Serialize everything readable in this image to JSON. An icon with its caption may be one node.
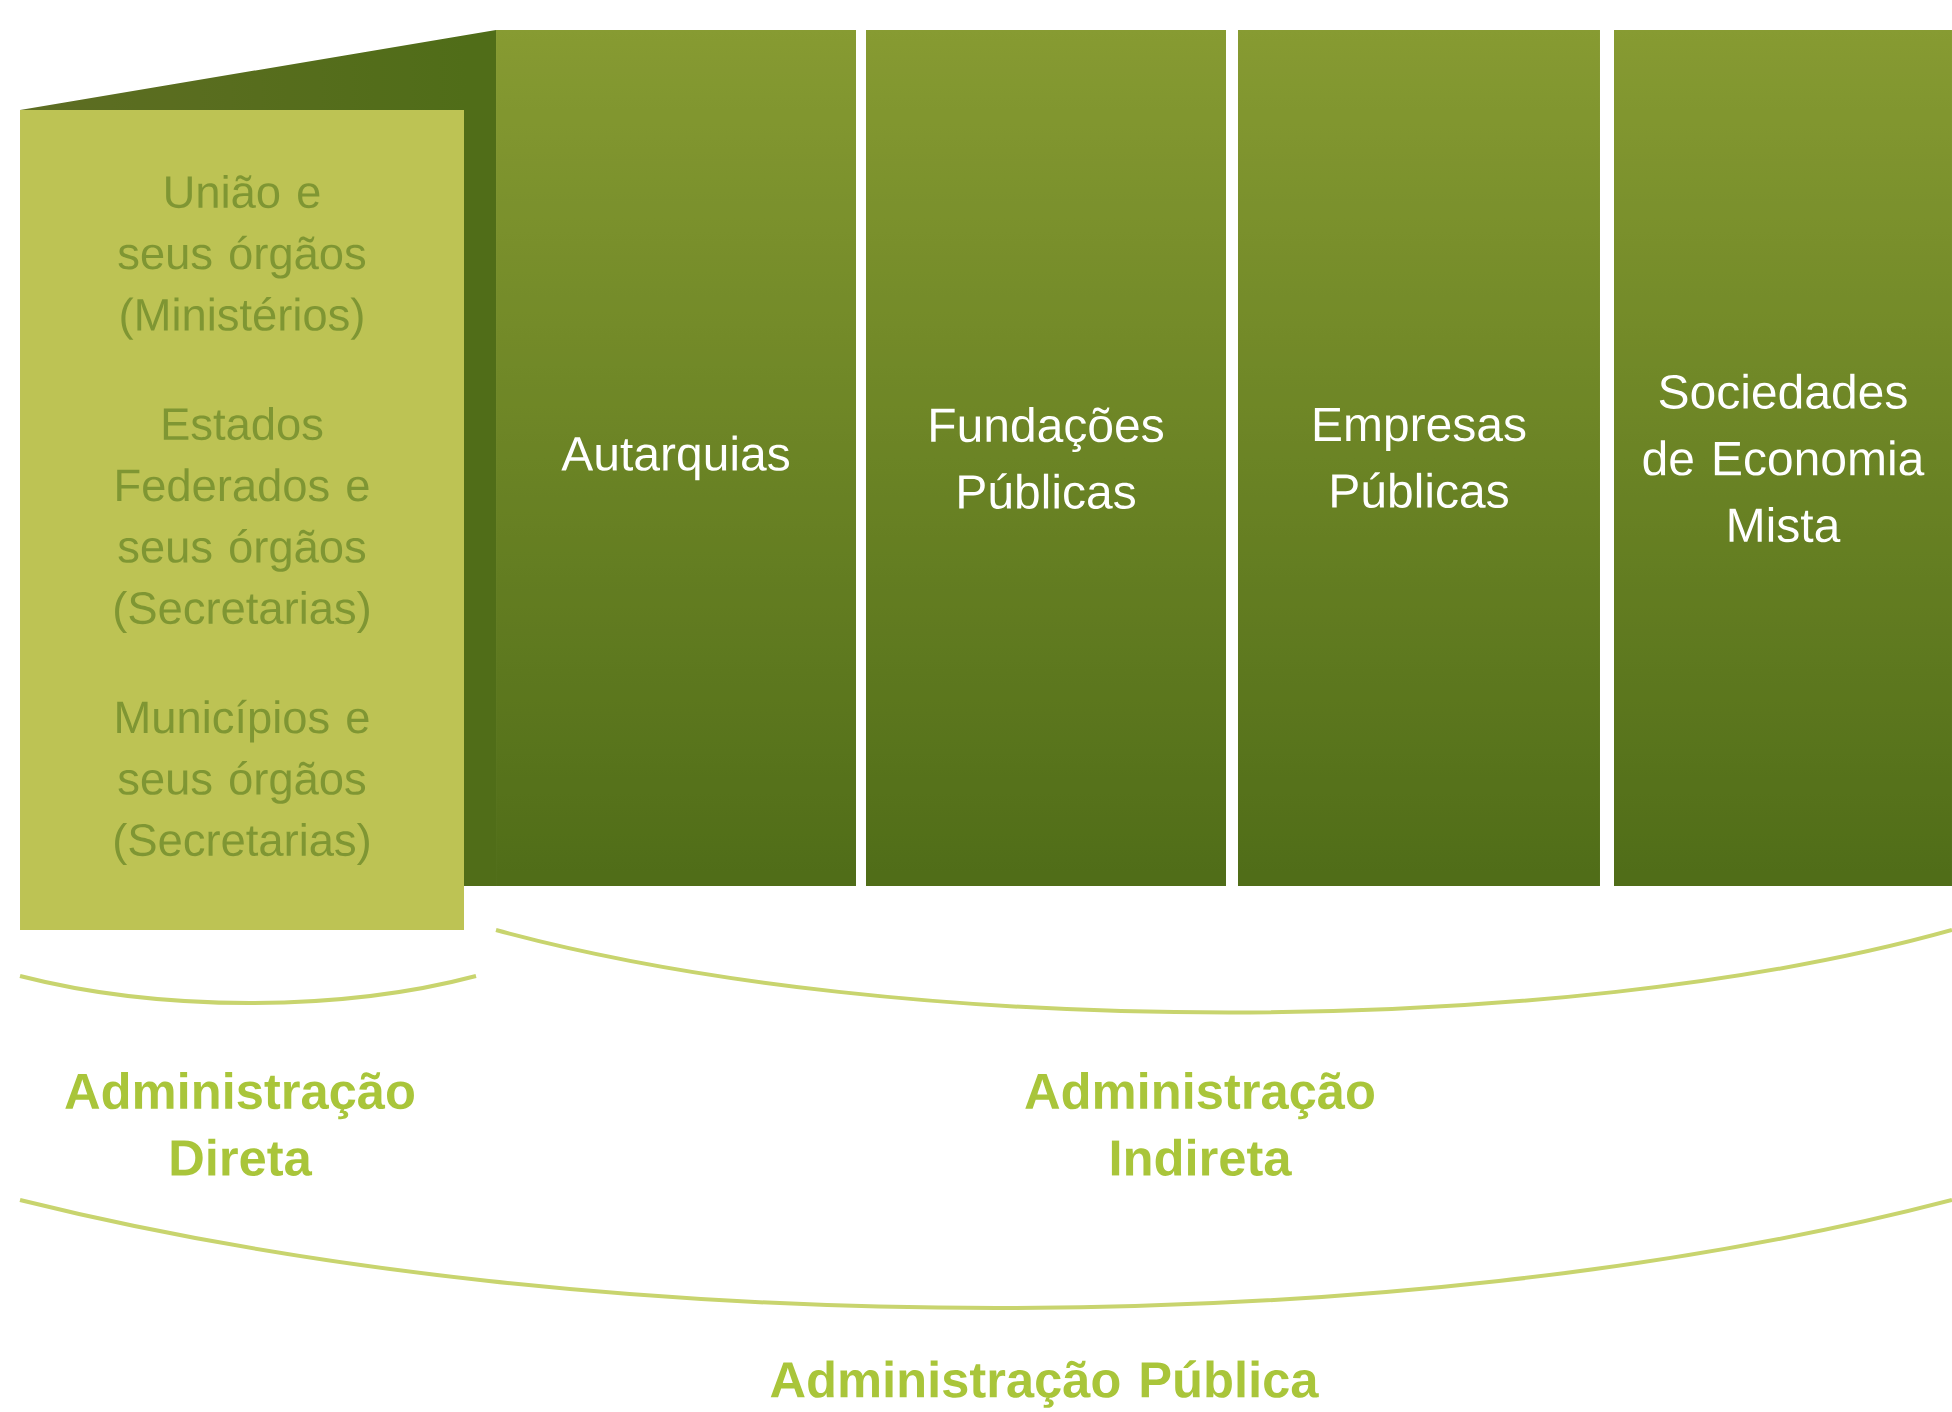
{
  "diagram": {
    "nodes": [
      {
        "text": [
          "União e seus órgãos (Ministérios)",
          "Estados Federados e seus órgãos (Secretarias)",
          "Municípios e seus órgãos (Secretarias)"
        ]
      },
      {
        "text": [
          "Autarquias"
        ]
      },
      {
        "text": [
          "Fundações Públicas"
        ]
      },
      {
        "text": [
          "Empresas Públicas"
        ]
      },
      {
        "text": [
          "Sociedades de Economia Mista"
        ]
      }
    ],
    "labels": [
      "Administração Direta",
      "Administração Indireta",
      "Administração Pública"
    ]
  }
}
